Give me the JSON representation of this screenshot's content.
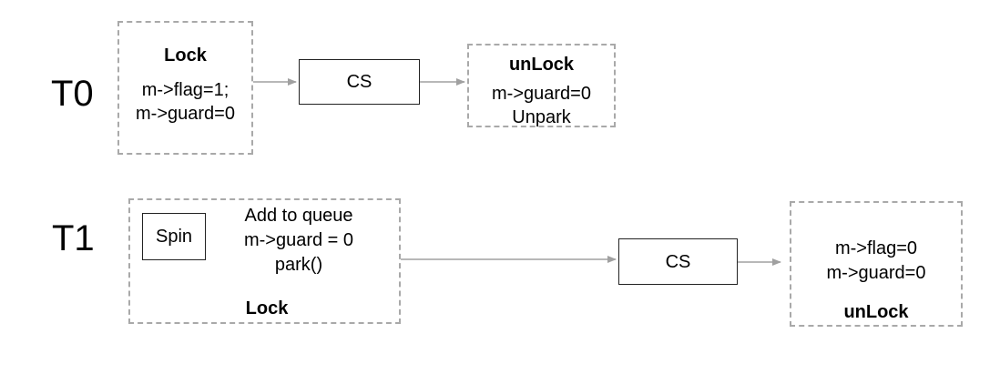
{
  "threads": {
    "t0": {
      "label": "T0",
      "lock": {
        "title": "Lock",
        "line1": "m->flag=1;",
        "line2": "m->guard=0"
      },
      "cs": "CS",
      "unlock": {
        "title": "unLock",
        "line1": "m->guard=0",
        "line2": "Unpark"
      }
    },
    "t1": {
      "label": "T1",
      "lock": {
        "spin": "Spin",
        "line1": "Add to queue",
        "line2": "m->guard = 0",
        "line3": "park()",
        "title": "Lock"
      },
      "cs": "CS",
      "unlock": {
        "line1": "m->flag=0",
        "line2": "m->guard=0",
        "title": "unLock"
      }
    }
  },
  "colors": {
    "dashed_border": "#a9a9a9",
    "arrow": "#a0a0a0",
    "box_border": "#222222"
  }
}
